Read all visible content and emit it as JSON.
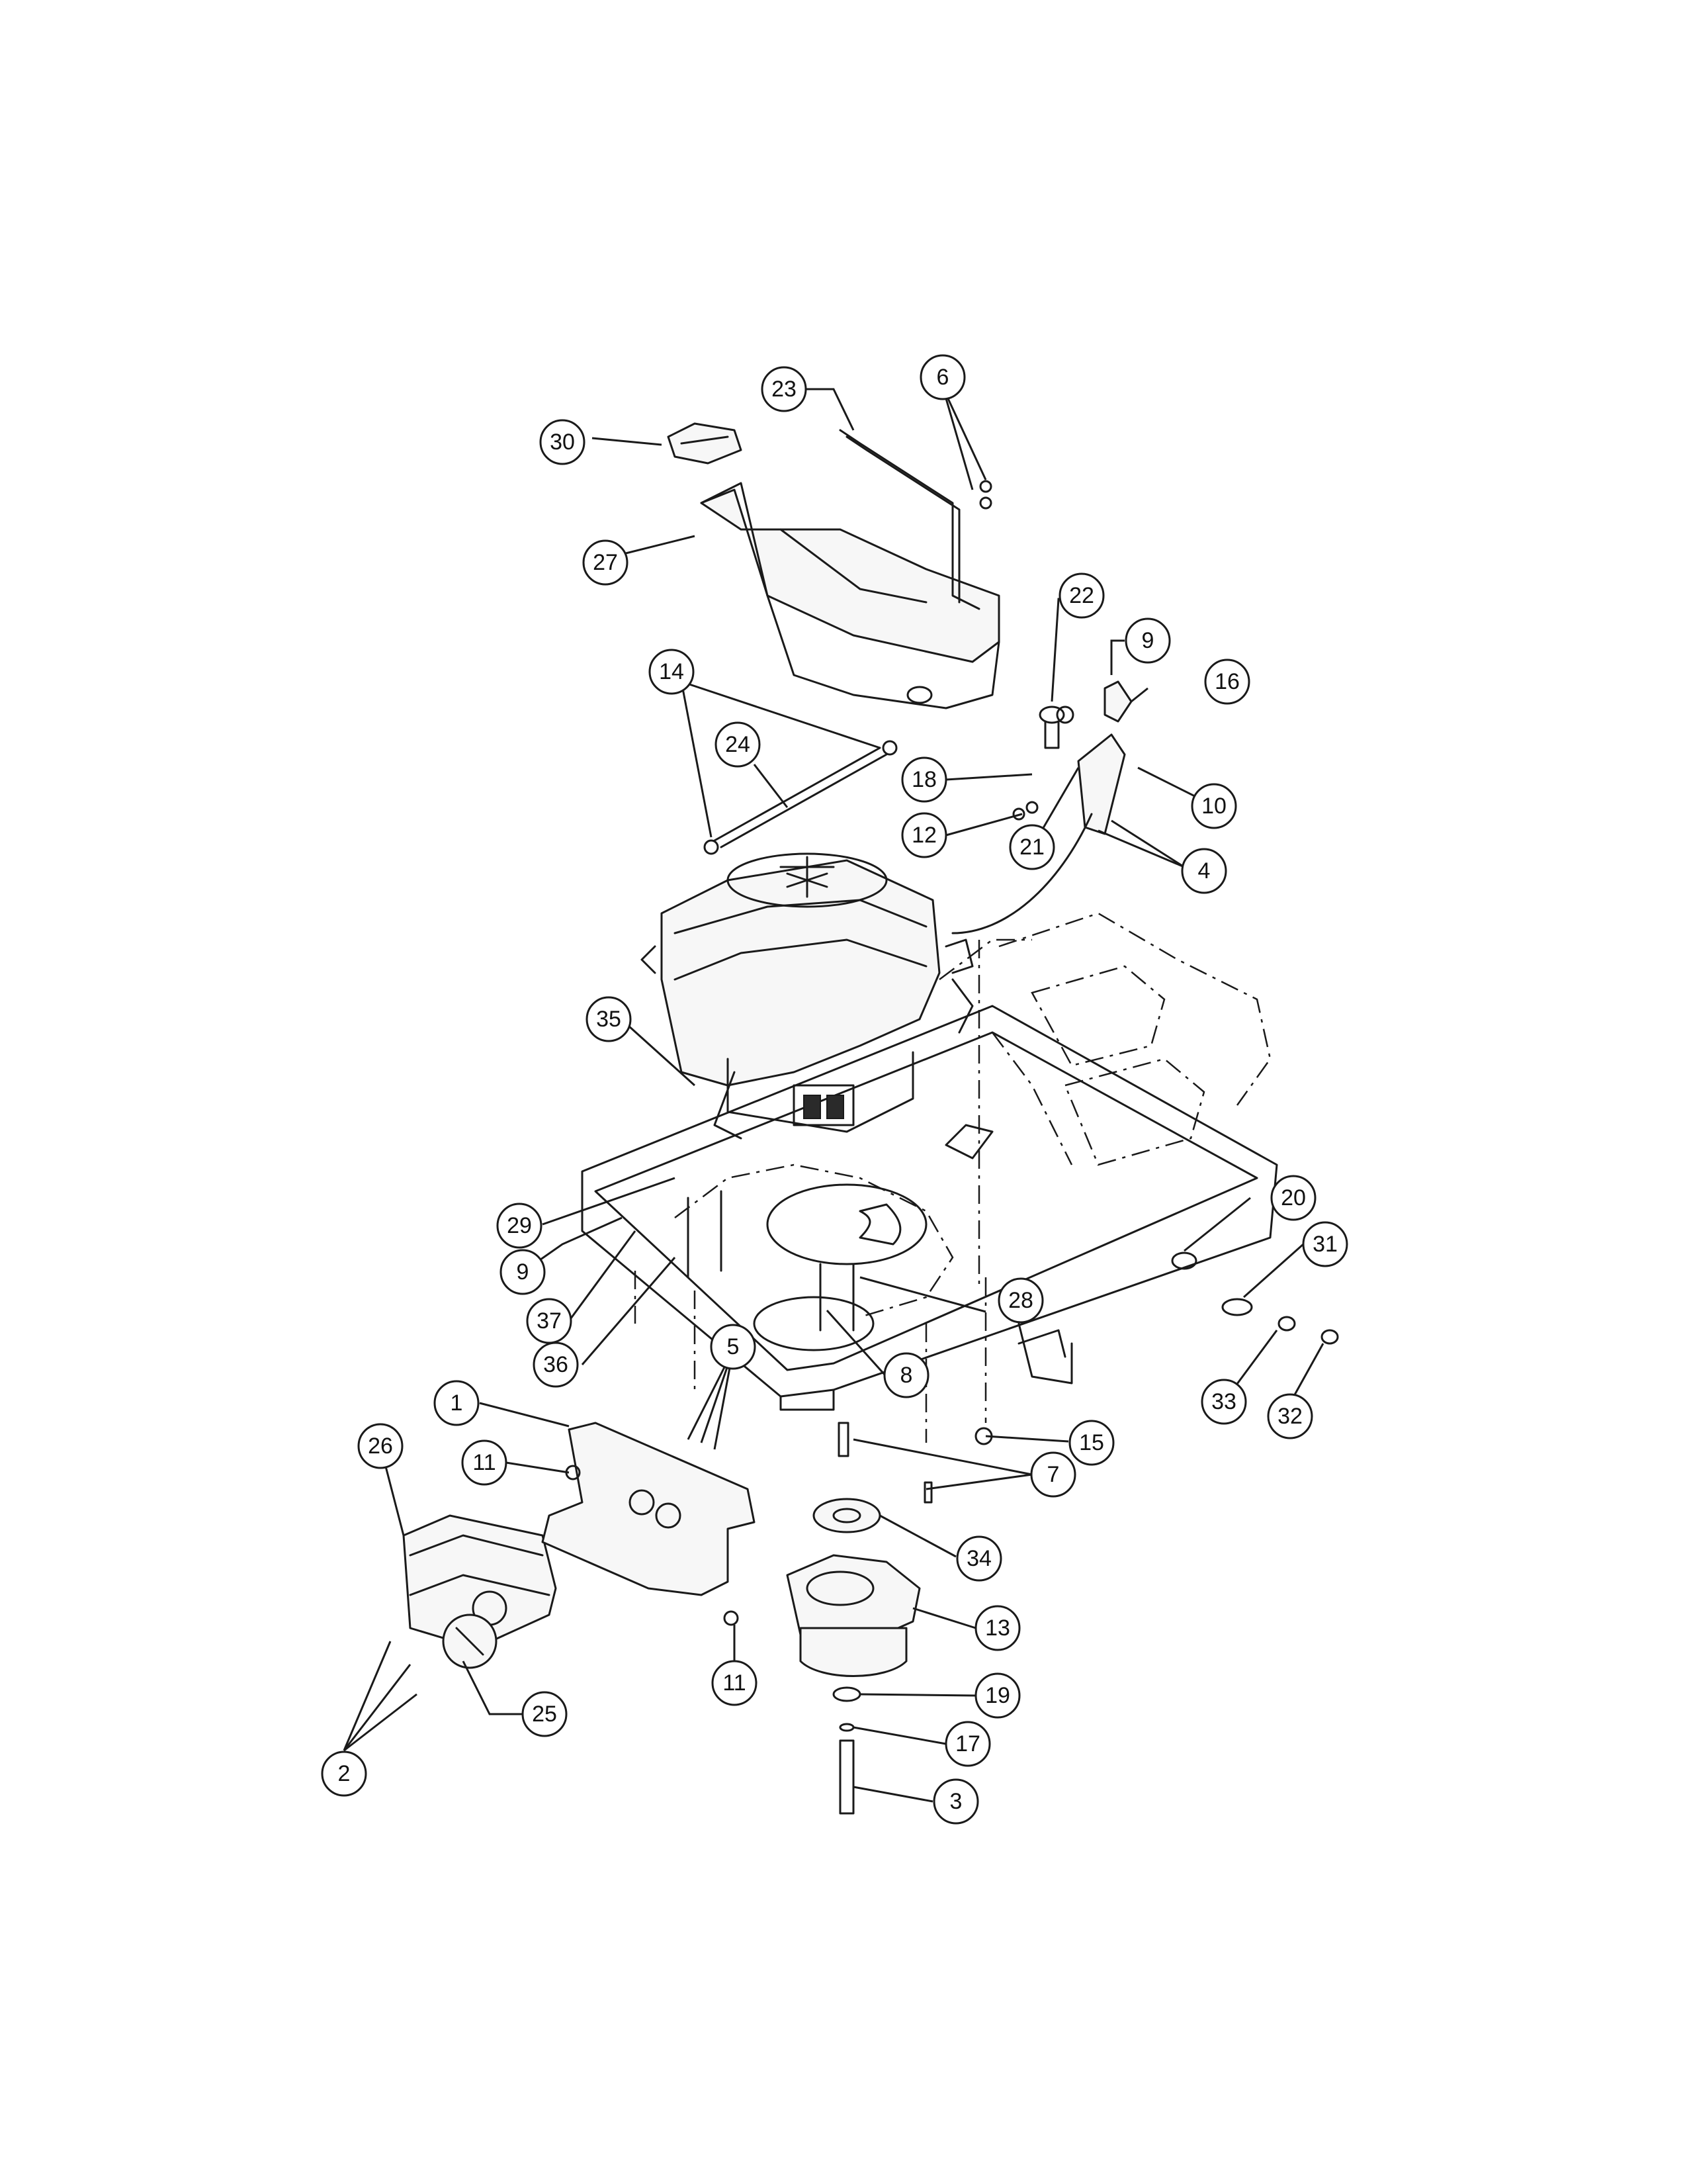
{
  "callouts": [
    {
      "label": "1"
    },
    {
      "label": "2"
    },
    {
      "label": "3"
    },
    {
      "label": "4"
    },
    {
      "label": "5"
    },
    {
      "label": "6"
    },
    {
      "label": "7"
    },
    {
      "label": "8"
    },
    {
      "label": "9"
    },
    {
      "label": "9"
    },
    {
      "label": "10"
    },
    {
      "label": "11"
    },
    {
      "label": "11"
    },
    {
      "label": "12"
    },
    {
      "label": "13"
    },
    {
      "label": "14"
    },
    {
      "label": "15"
    },
    {
      "label": "16"
    },
    {
      "label": "17"
    },
    {
      "label": "18"
    },
    {
      "label": "19"
    },
    {
      "label": "20"
    },
    {
      "label": "21"
    },
    {
      "label": "22"
    },
    {
      "label": "23"
    },
    {
      "label": "24"
    },
    {
      "label": "25"
    },
    {
      "label": "26"
    },
    {
      "label": "27"
    },
    {
      "label": "28"
    },
    {
      "label": "29"
    },
    {
      "label": "30"
    },
    {
      "label": "31"
    },
    {
      "label": "32"
    },
    {
      "label": "33"
    },
    {
      "label": "34"
    },
    {
      "label": "35"
    },
    {
      "label": "36"
    },
    {
      "label": "37"
    }
  ]
}
